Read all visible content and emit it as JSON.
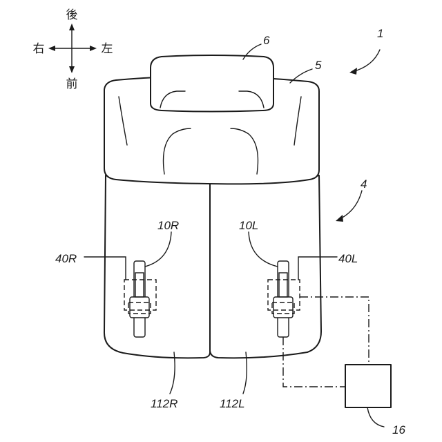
{
  "directions": {
    "back": "後",
    "front": "前",
    "right": "右",
    "left": "左"
  },
  "labels": {
    "seat_unit": "1",
    "seat_cushion": "4",
    "seat_back": "5",
    "headrest": "6",
    "actuator_right": "10R",
    "actuator_left": "10L",
    "sensor_right": "40R",
    "sensor_left": "40L",
    "cushion_right": "112R",
    "cushion_left": "112L",
    "controller": "16"
  }
}
